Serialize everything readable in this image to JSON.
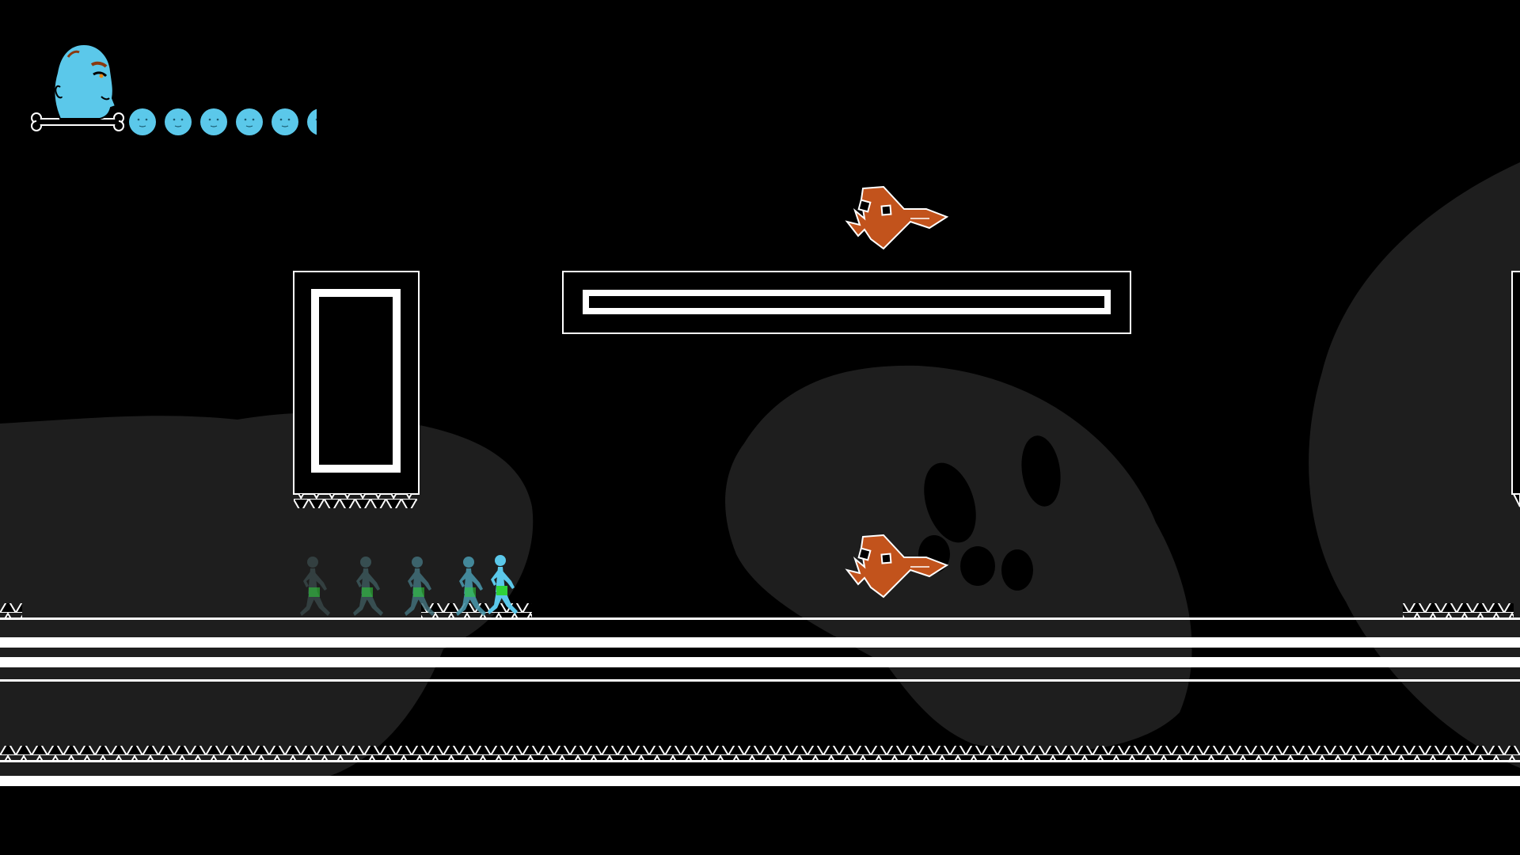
{
  "game": {
    "colors": {
      "background": "#000000",
      "silhouette": "#1e1e1e",
      "line": "#ffffff",
      "player": "#5bc8ea",
      "player_shorts": "#2fd23a",
      "enemy": "#c2531c"
    },
    "hud": {
      "portrait_icon": "bald-blue-head-icon",
      "health_bar_icon": "bone-icon",
      "lives": 6,
      "life_icon": "blue-face-orb-icon"
    },
    "player": {
      "state": "running",
      "trail_count": 4
    },
    "enemies": [
      {
        "type": "piranha-fish",
        "icon": "piranha-icon"
      },
      {
        "type": "piranha-fish",
        "icon": "piranha-icon"
      }
    ],
    "hazards": {
      "spike_icon": "spike-icon"
    },
    "platforms": [
      {
        "type": "tall-block",
        "has_spikes_below": true
      },
      {
        "type": "long-floating-bar",
        "has_spikes_below": false
      },
      {
        "type": "edge-block",
        "has_spikes_below": true
      }
    ]
  }
}
